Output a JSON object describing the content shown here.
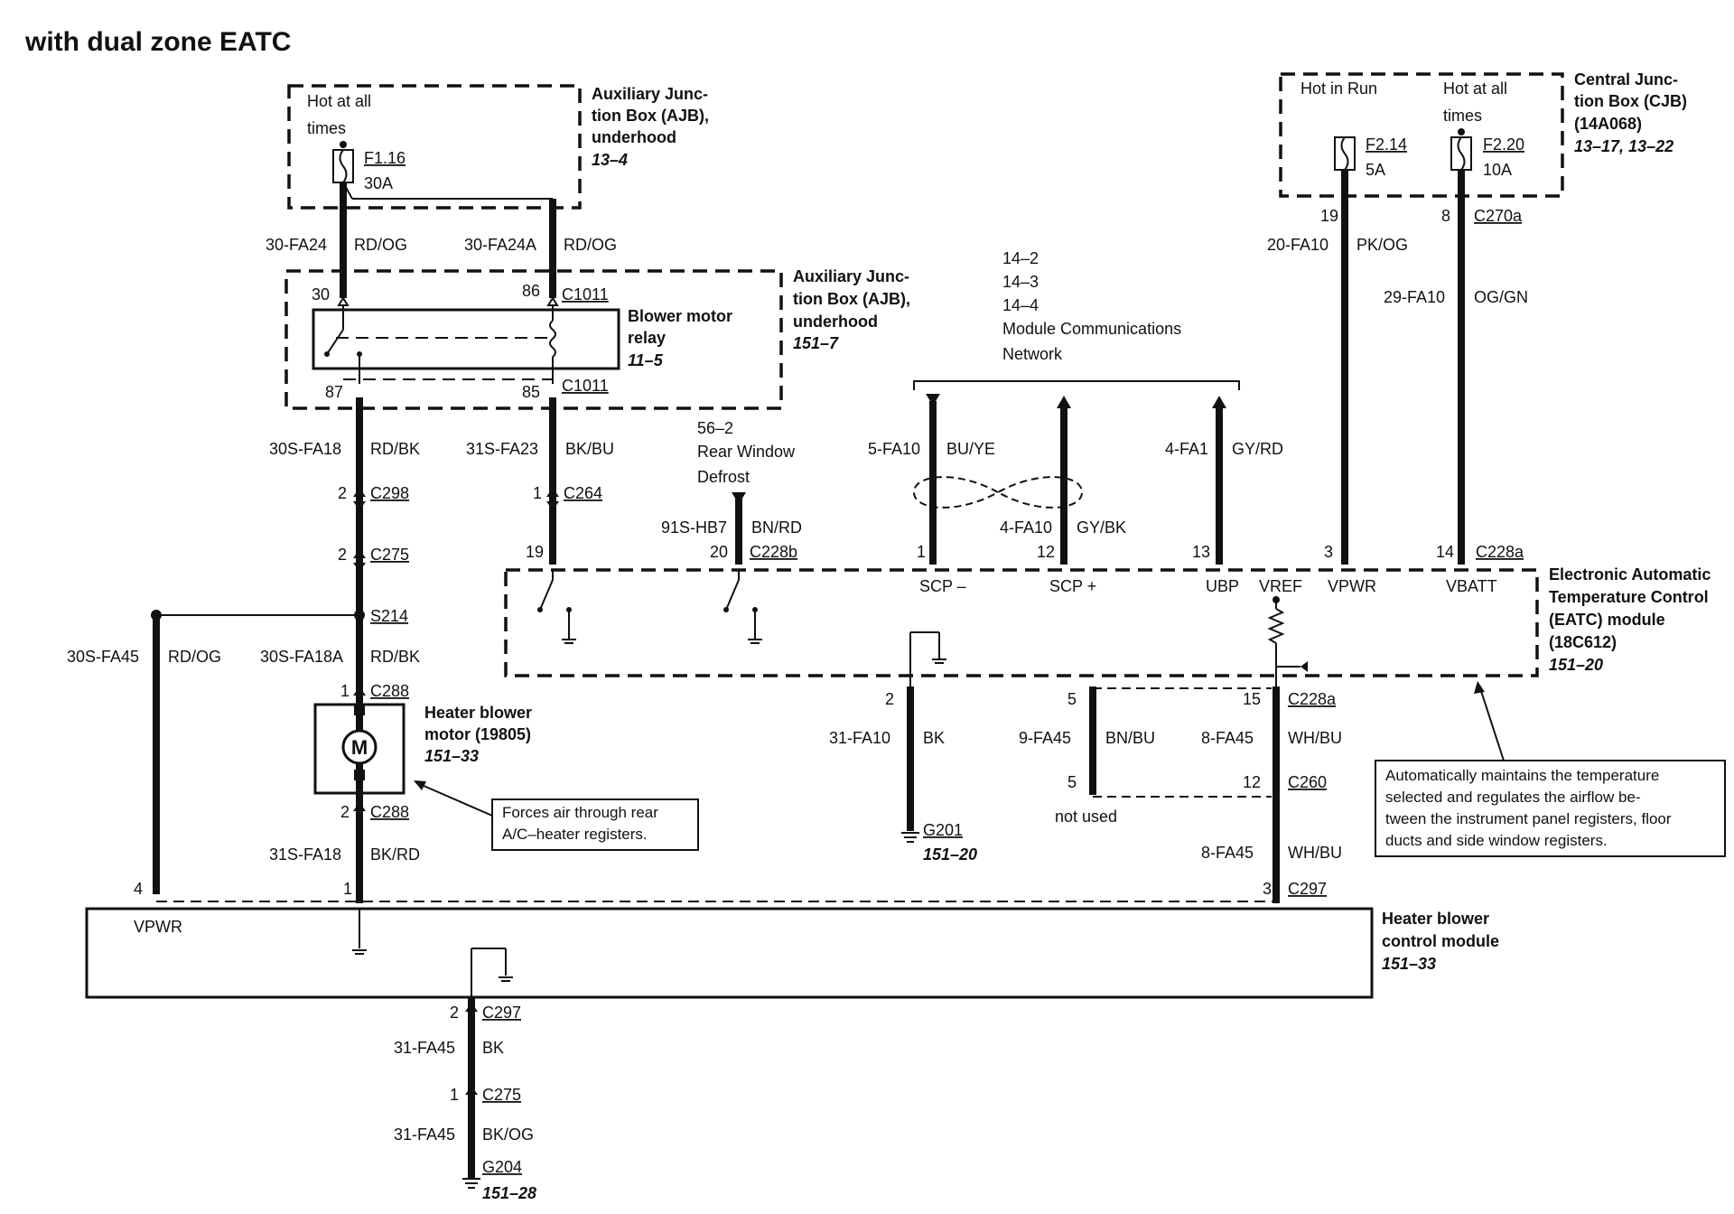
{
  "title": "with dual zone EATC",
  "ajb_top": {
    "hot": [
      "Hot at all",
      "times"
    ],
    "fuse_id": "F1.16",
    "fuse_rating": "30A",
    "name": [
      "Auxiliary Junc-",
      "tion Box (AJB),",
      "underhood"
    ],
    "ref": "13–4"
  },
  "cjb": {
    "hot_run": "Hot in Run",
    "hot_all": [
      "Hot at all",
      "times"
    ],
    "fuse1_id": "F2.14",
    "fuse1_rating": "5A",
    "fuse2_id": "F2.20",
    "fuse2_rating": "10A",
    "name": [
      "Central Junc-",
      "tion Box (CJB)",
      "(14A068)"
    ],
    "ref": "13–17, 13–22"
  },
  "relay_box": {
    "name": [
      "Auxiliary Junc-",
      "tion Box (AJB),",
      "underhood"
    ],
    "ref": "151–7",
    "relay_name": [
      "Blower motor",
      "relay"
    ],
    "relay_ref": "11–5",
    "pin30": "30",
    "pin86": "86",
    "pin87": "87",
    "pin85": "85",
    "conn_top": "C1011",
    "conn_bot": "C1011"
  },
  "network": {
    "refs": [
      "14–2",
      "14–3",
      "14–4"
    ],
    "name": [
      "Module Communications",
      "Network"
    ]
  },
  "defrost": {
    "ref": "56–2",
    "name": [
      "Rear Window",
      "Defrost"
    ]
  },
  "wires": {
    "w1": {
      "circuit": "30-FA24",
      "color": "RD/OG"
    },
    "w2": {
      "circuit": "30-FA24A",
      "color": "RD/OG"
    },
    "w3": {
      "circuit": "30S-FA18",
      "color": "RD/BK"
    },
    "w4": {
      "circuit": "31S-FA23",
      "color": "BK/BU"
    },
    "w5": {
      "circuit": "91S-HB7",
      "color": "BN/RD"
    },
    "w6": {
      "circuit": "5-FA10",
      "color": "BU/YE"
    },
    "w7": {
      "circuit": "4-FA10",
      "color": "GY/BK"
    },
    "w8": {
      "circuit": "4-FA1",
      "color": "GY/RD"
    },
    "w9": {
      "circuit": "20-FA10",
      "color": "PK/OG"
    },
    "w10": {
      "circuit": "29-FA10",
      "color": "OG/GN"
    },
    "w11": {
      "circuit": "30S-FA45",
      "color": "RD/OG"
    },
    "w12": {
      "circuit": "30S-FA18A",
      "color": "RD/BK"
    },
    "w13": {
      "circuit": "31S-FA18",
      "color": "BK/RD"
    },
    "w14": {
      "circuit": "31-FA10",
      "color": "BK"
    },
    "w15": {
      "circuit": "9-FA45",
      "color": "BN/BU"
    },
    "w16": {
      "circuit": "8-FA45",
      "color": "WH/BU"
    },
    "w17": {
      "circuit": "8-FA45",
      "color": "WH/BU"
    },
    "w18": {
      "circuit": "31-FA45",
      "color": "BK"
    },
    "w19": {
      "circuit": "31-FA45",
      "color": "BK/OG"
    }
  },
  "connectors": {
    "c298": {
      "pin": "2",
      "id": "C298"
    },
    "c264": {
      "pin": "1",
      "id": "C264"
    },
    "c275a": {
      "pin": "2",
      "id": "C275"
    },
    "s214": "S214",
    "c228b_19": "19",
    "c228b_20": "20",
    "c228b": "C228b",
    "c270a_19": "19",
    "c270a_8": "8",
    "c270a": "C270a",
    "c228a_1": "1",
    "c228a_12": "12",
    "c228a_13": "13",
    "c228a_3": "3",
    "c228a_14": "14",
    "c228a": "C228a",
    "c288a": {
      "pin": "1",
      "id": "C288"
    },
    "c288b": {
      "pin": "2",
      "id": "C288"
    },
    "bot_pin2": "2",
    "bot_pin5": "5",
    "bot_pin15": "15",
    "c228a_b": "C228a",
    "c260_5": "5",
    "c260_12": "12",
    "c260": "C260",
    "not_used": "not used",
    "g201": "G201",
    "g201_ref": "151–20",
    "hbcm_4": "4",
    "hbcm_1": "1",
    "hbcm_3": "3",
    "c297": "C297",
    "c297b": {
      "pin": "2",
      "id": "C297"
    },
    "c275b": {
      "pin": "1",
      "id": "C275"
    },
    "g204": "G204",
    "g204_ref": "151–28"
  },
  "eatc": {
    "pins": [
      "SCP –",
      "SCP +",
      "UBP",
      "VREF",
      "VPWR",
      "VBATT"
    ],
    "name": [
      "Electronic Automatic",
      "Temperature Control",
      "(EATC) module",
      "(18C612)"
    ],
    "ref": "151–20"
  },
  "motor": {
    "name": [
      "Heater blower",
      "motor (19805)"
    ],
    "ref": "151–33",
    "symbol": "M"
  },
  "notes": {
    "forces": [
      "Forces air through rear",
      "A/C–heater registers."
    ],
    "auto": [
      "Automatically maintains the temperature",
      "selected and regulates the airflow be-",
      "tween the instrument panel registers, floor",
      "ducts and side window registers."
    ]
  },
  "hbcm": {
    "vpwr": "VPWR",
    "name": [
      "Heater blower",
      "control module"
    ],
    "ref": "151–33"
  }
}
